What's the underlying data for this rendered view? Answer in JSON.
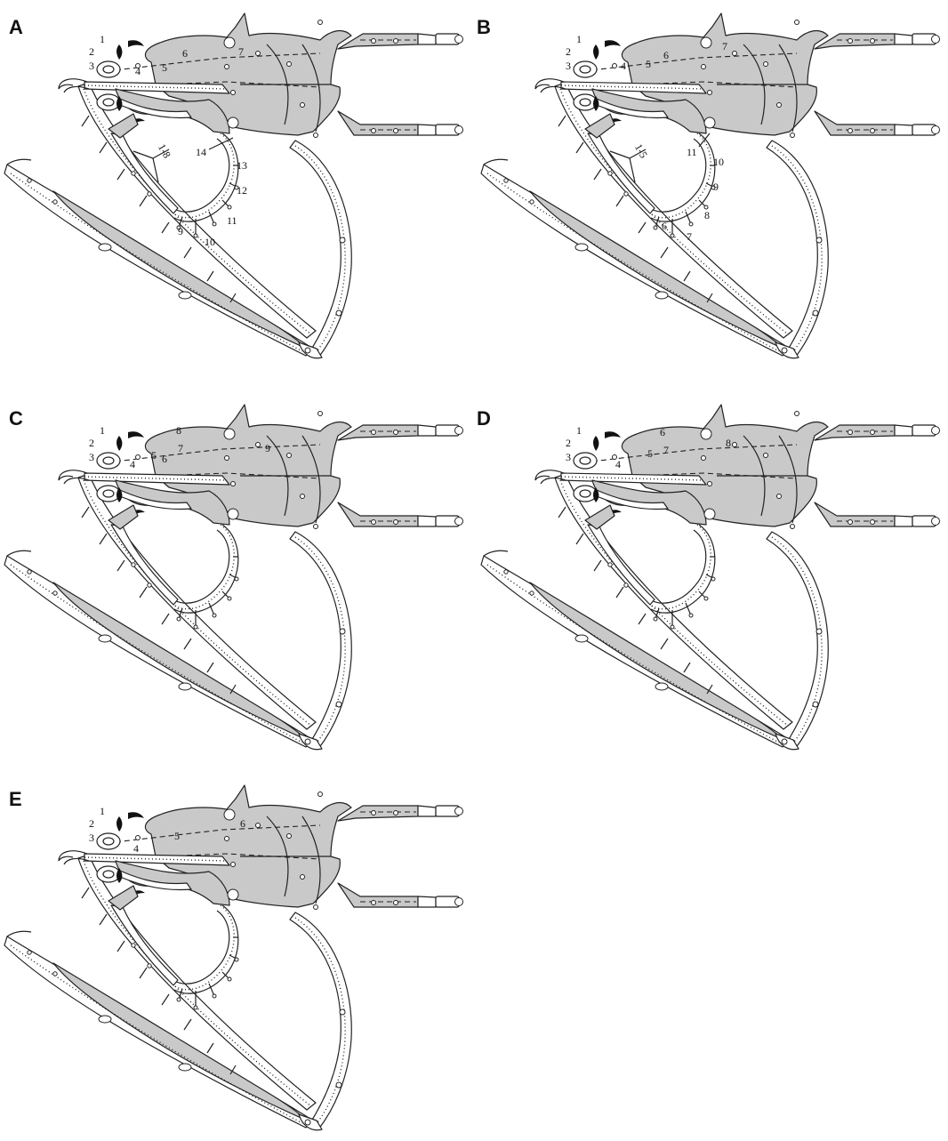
{
  "panels": [
    {
      "id": "A",
      "label": "A",
      "numbers": [
        "1",
        "2",
        "3",
        "4",
        "5",
        "6",
        "7",
        "1-8",
        "9",
        "10",
        "11",
        "12",
        "13",
        "14"
      ]
    },
    {
      "id": "B",
      "label": "B",
      "numbers": [
        "1",
        "2",
        "3",
        "4",
        "5",
        "6",
        "7",
        "1-5",
        "6",
        "7",
        "8",
        "9",
        "10",
        "11"
      ]
    },
    {
      "id": "C",
      "label": "C",
      "numbers": [
        "1",
        "2",
        "3",
        "4",
        "5",
        "6",
        "7",
        "8",
        "9"
      ]
    },
    {
      "id": "D",
      "label": "D",
      "numbers": [
        "1",
        "2",
        "3",
        "4",
        "5",
        "6",
        "7",
        "8"
      ]
    },
    {
      "id": "E",
      "label": "E",
      "numbers": [
        "1",
        "2",
        "3",
        "4",
        "5",
        "6"
      ]
    }
  ],
  "colors": {
    "shade": "#c9c9c9",
    "outline": "#222222",
    "background": "#ffffff"
  }
}
